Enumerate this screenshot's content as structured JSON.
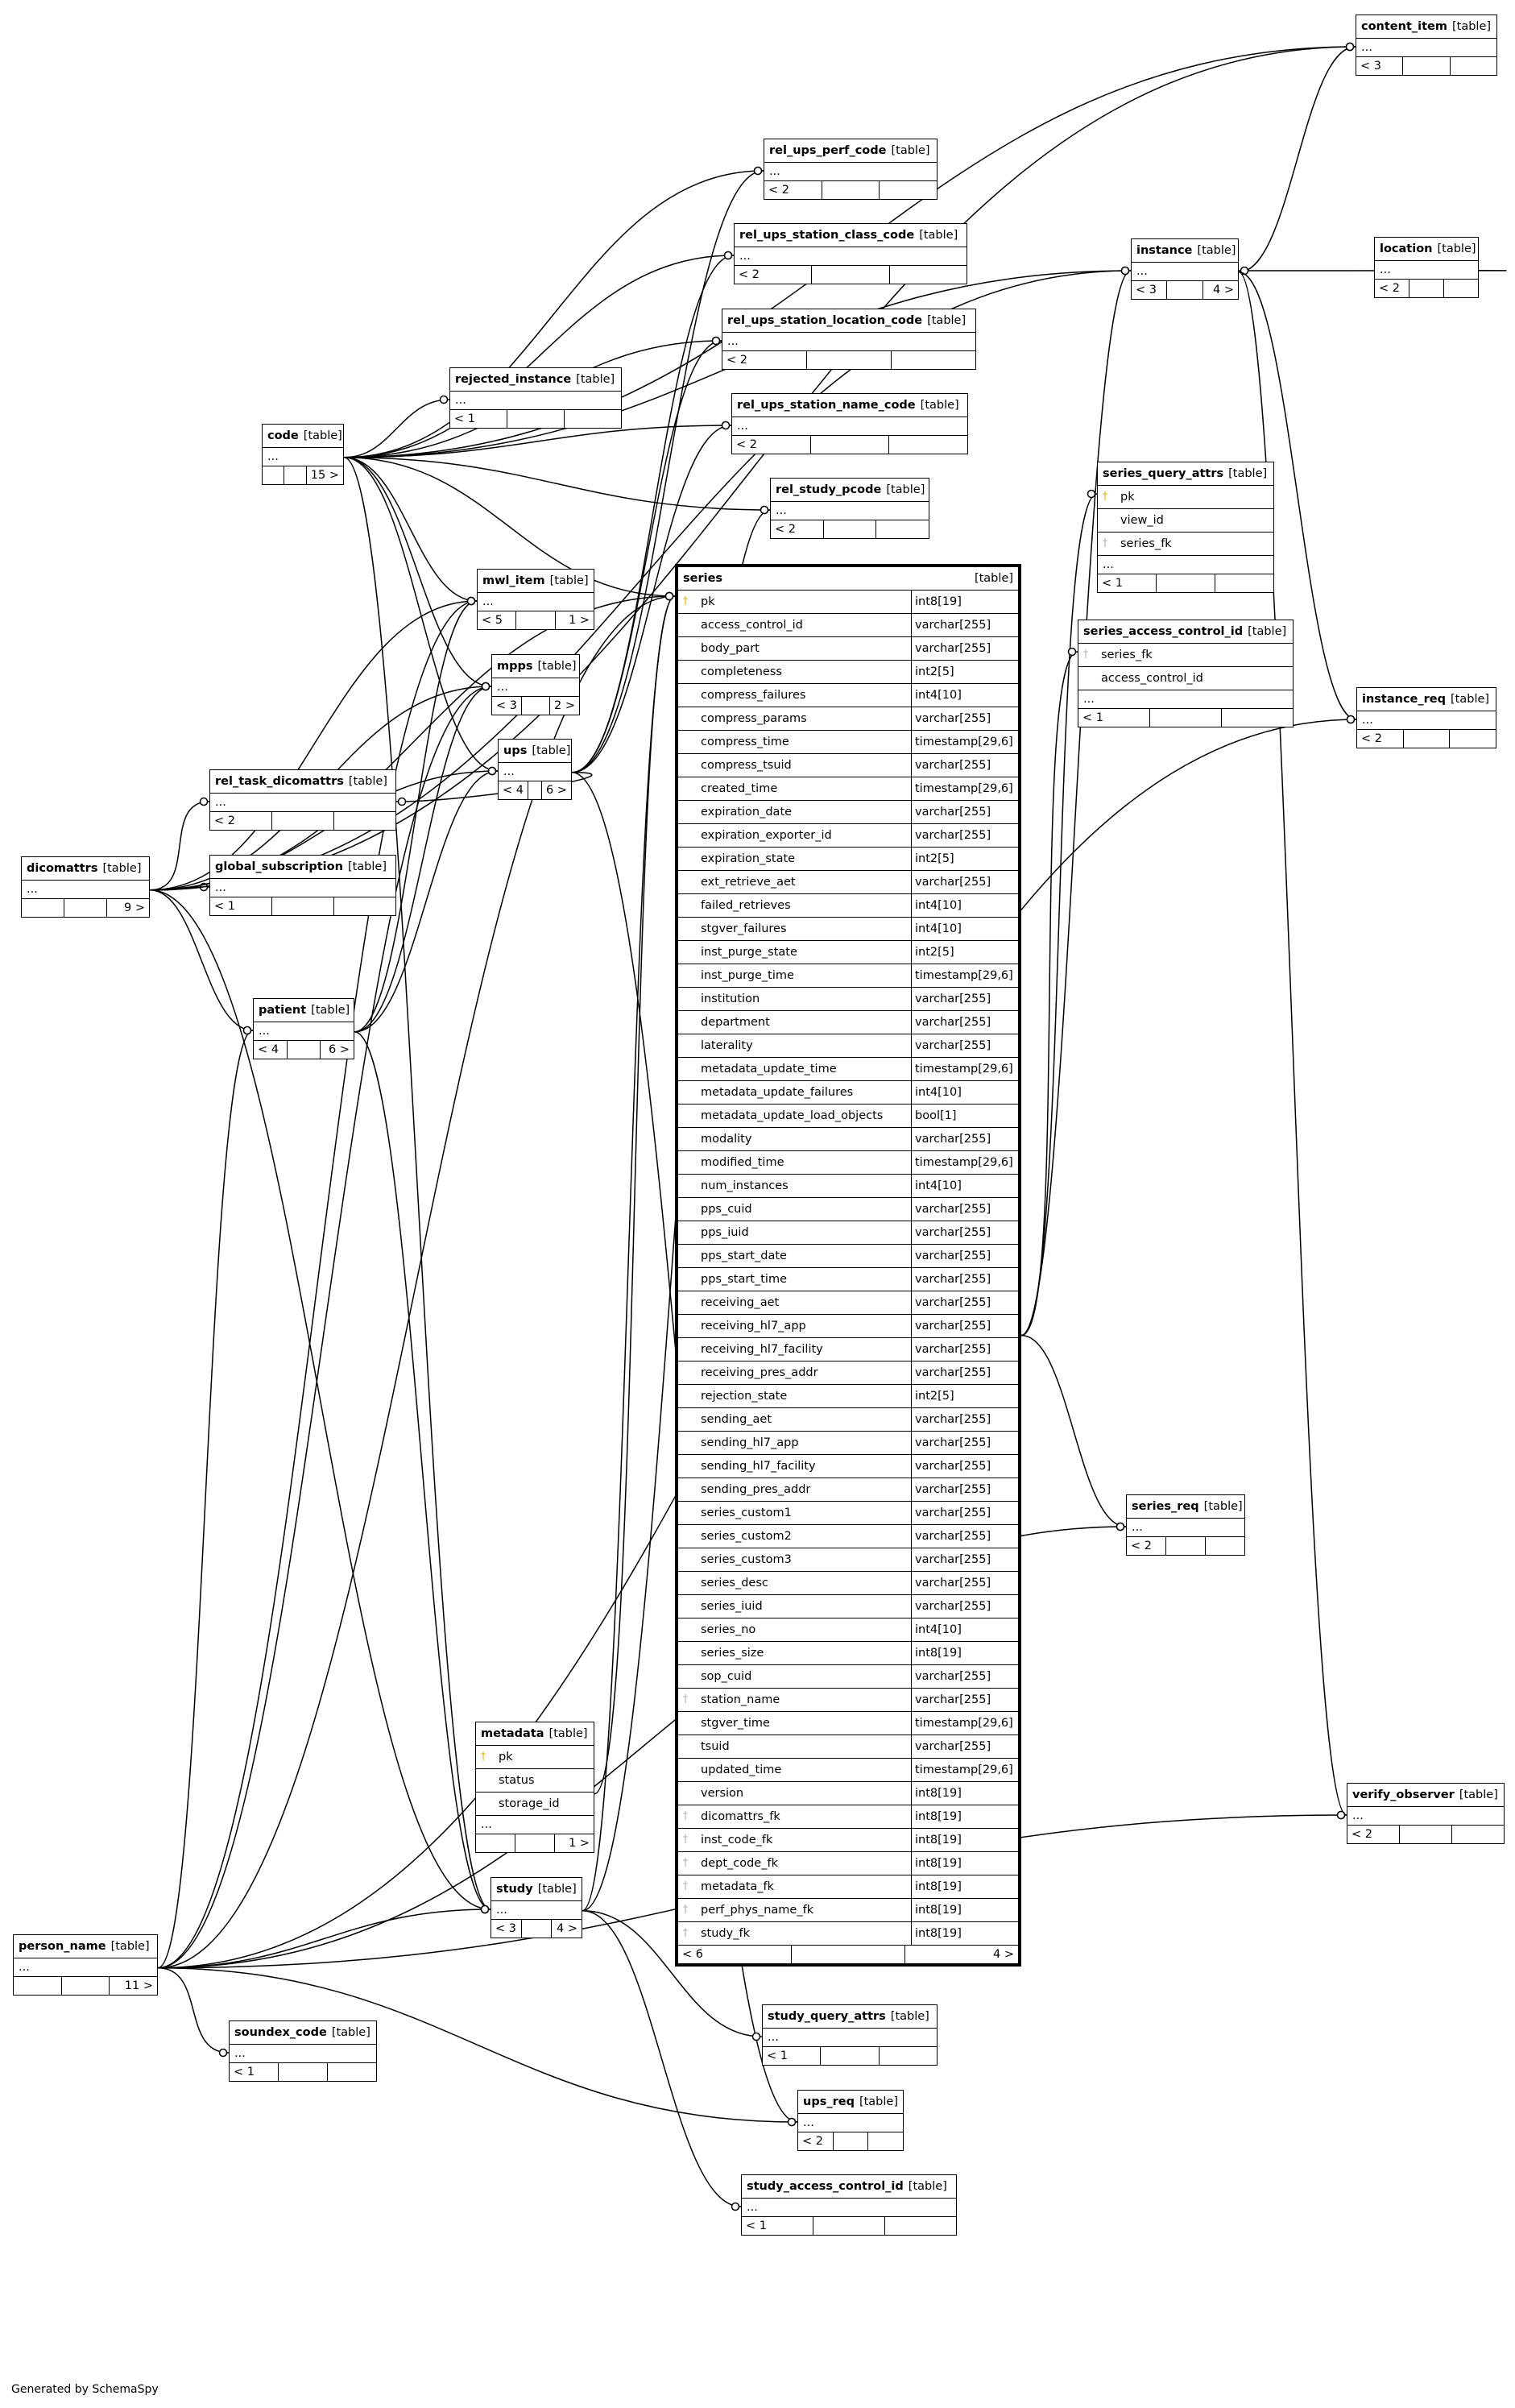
{
  "footer": "Generated by SchemaSpy",
  "table_tag": "[table]",
  "ellipsis": "...",
  "tables": {
    "content_item": {
      "name": "content_item",
      "counts": [
        "< 3",
        "",
        ""
      ]
    },
    "rel_ups_perf_code": {
      "name": "rel_ups_perf_code",
      "counts": [
        "< 2",
        "",
        ""
      ]
    },
    "rel_ups_station_class_code": {
      "name": "rel_ups_station_class_code",
      "counts": [
        "< 2",
        "",
        ""
      ]
    },
    "instance": {
      "name": "instance",
      "counts": [
        "< 3",
        "",
        "4 >"
      ]
    },
    "location": {
      "name": "location",
      "counts": [
        "< 2",
        "",
        ""
      ]
    },
    "rel_ups_station_location_code": {
      "name": "rel_ups_station_location_code",
      "counts": [
        "< 2",
        "",
        ""
      ]
    },
    "rejected_instance": {
      "name": "rejected_instance",
      "counts": [
        "< 1",
        "",
        ""
      ]
    },
    "rel_ups_station_name_code": {
      "name": "rel_ups_station_name_code",
      "counts": [
        "< 2",
        "",
        ""
      ]
    },
    "code": {
      "name": "code",
      "counts": [
        "",
        "",
        "15 >"
      ]
    },
    "series_query_attrs": {
      "name": "series_query_attrs",
      "columns": [
        {
          "key": "pk",
          "name": "pk"
        },
        {
          "key": "",
          "name": "view_id"
        },
        {
          "key": "fk",
          "name": "series_fk"
        }
      ],
      "counts": [
        "< 1",
        "",
        ""
      ]
    },
    "rel_study_pcode": {
      "name": "rel_study_pcode",
      "counts": [
        "< 2",
        "",
        ""
      ]
    },
    "series_access_control_id": {
      "name": "series_access_control_id",
      "columns": [
        {
          "key": "fk",
          "name": "series_fk"
        },
        {
          "key": "",
          "name": "access_control_id"
        }
      ],
      "counts": [
        "< 1",
        "",
        ""
      ]
    },
    "mwl_item": {
      "name": "mwl_item",
      "counts": [
        "< 5",
        "",
        "1 >"
      ]
    },
    "mpps": {
      "name": "mpps",
      "counts": [
        "< 3",
        "",
        "2 >"
      ]
    },
    "instance_req": {
      "name": "instance_req",
      "counts": [
        "< 2",
        "",
        ""
      ]
    },
    "ups": {
      "name": "ups",
      "counts": [
        "< 4",
        "",
        "6 >"
      ]
    },
    "rel_task_dicomattrs": {
      "name": "rel_task_dicomattrs",
      "counts": [
        "< 2",
        "",
        ""
      ]
    },
    "dicomattrs": {
      "name": "dicomattrs",
      "counts": [
        "",
        "",
        "9 >"
      ]
    },
    "global_subscription": {
      "name": "global_subscription",
      "counts": [
        "< 1",
        "",
        ""
      ]
    },
    "patient": {
      "name": "patient",
      "counts": [
        "< 4",
        "",
        "6 >"
      ]
    },
    "series_req": {
      "name": "series_req",
      "counts": [
        "< 2",
        "",
        ""
      ]
    },
    "metadata": {
      "name": "metadata",
      "columns": [
        {
          "key": "pk",
          "name": "pk"
        },
        {
          "key": "",
          "name": "status"
        },
        {
          "key": "",
          "name": "storage_id"
        }
      ],
      "counts": [
        "",
        "",
        "1 >"
      ]
    },
    "verify_observer": {
      "name": "verify_observer",
      "counts": [
        "< 2",
        "",
        ""
      ]
    },
    "study": {
      "name": "study",
      "counts": [
        "< 3",
        "",
        "4 >"
      ]
    },
    "person_name": {
      "name": "person_name",
      "counts": [
        "",
        "",
        "11 >"
      ]
    },
    "study_query_attrs": {
      "name": "study_query_attrs",
      "counts": [
        "< 1",
        "",
        ""
      ]
    },
    "soundex_code": {
      "name": "soundex_code",
      "counts": [
        "< 1",
        "",
        ""
      ]
    },
    "ups_req": {
      "name": "ups_req",
      "counts": [
        "< 2",
        "",
        ""
      ]
    },
    "study_access_control_id": {
      "name": "study_access_control_id",
      "counts": [
        "< 1",
        "",
        ""
      ]
    }
  },
  "series": {
    "name": "series",
    "counts": [
      "< 6",
      "",
      "4 >"
    ],
    "columns": [
      {
        "key": "pk",
        "name": "pk",
        "type": "int8[19]"
      },
      {
        "key": "",
        "name": "access_control_id",
        "type": "varchar[255]"
      },
      {
        "key": "",
        "name": "body_part",
        "type": "varchar[255]"
      },
      {
        "key": "",
        "name": "completeness",
        "type": "int2[5]"
      },
      {
        "key": "",
        "name": "compress_failures",
        "type": "int4[10]"
      },
      {
        "key": "",
        "name": "compress_params",
        "type": "varchar[255]"
      },
      {
        "key": "",
        "name": "compress_time",
        "type": "timestamp[29,6]"
      },
      {
        "key": "",
        "name": "compress_tsuid",
        "type": "varchar[255]"
      },
      {
        "key": "",
        "name": "created_time",
        "type": "timestamp[29,6]"
      },
      {
        "key": "",
        "name": "expiration_date",
        "type": "varchar[255]"
      },
      {
        "key": "",
        "name": "expiration_exporter_id",
        "type": "varchar[255]"
      },
      {
        "key": "",
        "name": "expiration_state",
        "type": "int2[5]"
      },
      {
        "key": "",
        "name": "ext_retrieve_aet",
        "type": "varchar[255]"
      },
      {
        "key": "",
        "name": "failed_retrieves",
        "type": "int4[10]"
      },
      {
        "key": "",
        "name": "stgver_failures",
        "type": "int4[10]"
      },
      {
        "key": "",
        "name": "inst_purge_state",
        "type": "int2[5]"
      },
      {
        "key": "",
        "name": "inst_purge_time",
        "type": "timestamp[29,6]"
      },
      {
        "key": "",
        "name": "institution",
        "type": "varchar[255]"
      },
      {
        "key": "",
        "name": "department",
        "type": "varchar[255]"
      },
      {
        "key": "",
        "name": "laterality",
        "type": "varchar[255]"
      },
      {
        "key": "",
        "name": "metadata_update_time",
        "type": "timestamp[29,6]"
      },
      {
        "key": "",
        "name": "metadata_update_failures",
        "type": "int4[10]"
      },
      {
        "key": "",
        "name": "metadata_update_load_objects",
        "type": "bool[1]"
      },
      {
        "key": "",
        "name": "modality",
        "type": "varchar[255]"
      },
      {
        "key": "",
        "name": "modified_time",
        "type": "timestamp[29,6]"
      },
      {
        "key": "",
        "name": "num_instances",
        "type": "int4[10]"
      },
      {
        "key": "",
        "name": "pps_cuid",
        "type": "varchar[255]"
      },
      {
        "key": "",
        "name": "pps_iuid",
        "type": "varchar[255]"
      },
      {
        "key": "",
        "name": "pps_start_date",
        "type": "varchar[255]"
      },
      {
        "key": "",
        "name": "pps_start_time",
        "type": "varchar[255]"
      },
      {
        "key": "",
        "name": "receiving_aet",
        "type": "varchar[255]"
      },
      {
        "key": "",
        "name": "receiving_hl7_app",
        "type": "varchar[255]"
      },
      {
        "key": "",
        "name": "receiving_hl7_facility",
        "type": "varchar[255]"
      },
      {
        "key": "",
        "name": "receiving_pres_addr",
        "type": "varchar[255]"
      },
      {
        "key": "",
        "name": "rejection_state",
        "type": "int2[5]"
      },
      {
        "key": "",
        "name": "sending_aet",
        "type": "varchar[255]"
      },
      {
        "key": "",
        "name": "sending_hl7_app",
        "type": "varchar[255]"
      },
      {
        "key": "",
        "name": "sending_hl7_facility",
        "type": "varchar[255]"
      },
      {
        "key": "",
        "name": "sending_pres_addr",
        "type": "varchar[255]"
      },
      {
        "key": "",
        "name": "series_custom1",
        "type": "varchar[255]"
      },
      {
        "key": "",
        "name": "series_custom2",
        "type": "varchar[255]"
      },
      {
        "key": "",
        "name": "series_custom3",
        "type": "varchar[255]"
      },
      {
        "key": "",
        "name": "series_desc",
        "type": "varchar[255]"
      },
      {
        "key": "",
        "name": "series_iuid",
        "type": "varchar[255]"
      },
      {
        "key": "",
        "name": "series_no",
        "type": "int4[10]"
      },
      {
        "key": "",
        "name": "series_size",
        "type": "int8[19]"
      },
      {
        "key": "",
        "name": "sop_cuid",
        "type": "varchar[255]"
      },
      {
        "key": "fk",
        "name": "station_name",
        "type": "varchar[255]"
      },
      {
        "key": "",
        "name": "stgver_time",
        "type": "timestamp[29,6]"
      },
      {
        "key": "",
        "name": "tsuid",
        "type": "varchar[255]"
      },
      {
        "key": "",
        "name": "updated_time",
        "type": "timestamp[29,6]"
      },
      {
        "key": "",
        "name": "version",
        "type": "int8[19]"
      },
      {
        "key": "fk",
        "name": "dicomattrs_fk",
        "type": "int8[19]"
      },
      {
        "key": "fk",
        "name": "inst_code_fk",
        "type": "int8[19]"
      },
      {
        "key": "fk",
        "name": "dept_code_fk",
        "type": "int8[19]"
      },
      {
        "key": "fk",
        "name": "metadata_fk",
        "type": "int8[19]"
      },
      {
        "key": "fk",
        "name": "perf_phys_name_fk",
        "type": "int8[19]"
      },
      {
        "key": "fk",
        "name": "study_fk",
        "type": "int8[19]"
      }
    ]
  },
  "relationships": [
    [
      "code",
      "content_item"
    ],
    [
      "dicomattrs",
      "content_item"
    ],
    [
      "instance",
      "content_item"
    ],
    [
      "code",
      "rel_ups_perf_code"
    ],
    [
      "ups",
      "rel_ups_perf_code"
    ],
    [
      "code",
      "rel_ups_station_class_code"
    ],
    [
      "ups",
      "rel_ups_station_class_code"
    ],
    [
      "code",
      "rel_ups_station_location_code"
    ],
    [
      "ups",
      "rel_ups_station_location_code"
    ],
    [
      "code",
      "rel_ups_station_name_code"
    ],
    [
      "ups",
      "rel_ups_station_name_code"
    ],
    [
      "code",
      "rejected_instance"
    ],
    [
      "code",
      "instance"
    ],
    [
      "location",
      "instance"
    ],
    [
      "code",
      "rel_study_pcode"
    ],
    [
      "study",
      "rel_study_pcode"
    ],
    [
      "code",
      "mwl_item"
    ],
    [
      "code",
      "mpps"
    ],
    [
      "code",
      "ups"
    ],
    [
      "code",
      "series"
    ],
    [
      "code",
      "study"
    ],
    [
      "series",
      "series_query_attrs"
    ],
    [
      "series",
      "series_access_control_id"
    ],
    [
      "series",
      "instance"
    ],
    [
      "instance",
      "instance_req"
    ],
    [
      "instance",
      "verify_observer"
    ],
    [
      "series",
      "series_req"
    ],
    [
      "dicomattrs",
      "rel_task_dicomattrs"
    ],
    [
      "dicomattrs",
      "global_subscription"
    ],
    [
      "dicomattrs",
      "patient"
    ],
    [
      "dicomattrs",
      "mwl_item"
    ],
    [
      "dicomattrs",
      "mpps"
    ],
    [
      "dicomattrs",
      "ups"
    ],
    [
      "dicomattrs",
      "study"
    ],
    [
      "dicomattrs",
      "series"
    ],
    [
      "dicomattrs",
      "instance"
    ],
    [
      "patient",
      "mwl_item"
    ],
    [
      "patient",
      "mpps"
    ],
    [
      "patient",
      "ups"
    ],
    [
      "patient",
      "study"
    ],
    [
      "ups",
      "rel_task_dicomattrs"
    ],
    [
      "ups",
      "ups_req"
    ],
    [
      "metadata",
      "series"
    ],
    [
      "study",
      "series"
    ],
    [
      "study",
      "study_query_attrs"
    ],
    [
      "study",
      "study_access_control_id"
    ],
    [
      "person_name",
      "patient"
    ],
    [
      "person_name",
      "study"
    ],
    [
      "person_name",
      "series"
    ],
    [
      "person_name",
      "soundex_code"
    ],
    [
      "person_name",
      "ups_req"
    ],
    [
      "person_name",
      "series_req"
    ],
    [
      "person_name",
      "instance_req"
    ],
    [
      "person_name",
      "verify_observer"
    ],
    [
      "person_name",
      "mwl_item"
    ],
    [
      "person_name",
      "mpps"
    ]
  ]
}
